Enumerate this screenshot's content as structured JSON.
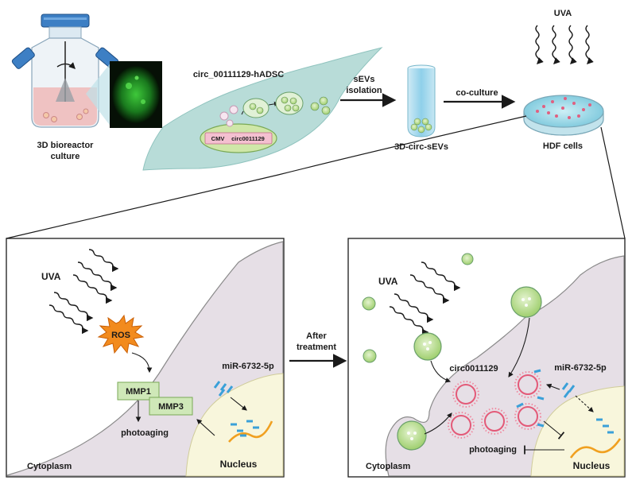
{
  "top": {
    "bioreactor_label_line1": "3D bioreactor",
    "bioreactor_label_line2": "culture",
    "cell_title": "circ_00111129-hADSC",
    "cmv_label": "CMV",
    "circ_label": "circ0011129",
    "isolation_line1": "sEVs",
    "isolation_line2": "isolation",
    "tube_label": "3D-circ-sEVs",
    "coculture_label": "co-culture",
    "uva_label": "UVA",
    "dish_label": "HDF cells"
  },
  "left_panel": {
    "uva_label": "UVA",
    "ros_label": "ROS",
    "mmp1_label": "MMP1",
    "mmp3_label": "MMP3",
    "photoaging_label": "photoaging",
    "mirna_label": "miR-6732-5p",
    "cytoplasm_label": "Cytoplasm",
    "nucleus_label": "Nucleus"
  },
  "middle": {
    "after_line1": "After",
    "after_line2": "treatment"
  },
  "right_panel": {
    "uva_label": "UVA",
    "circ_label": "circ0011129",
    "mirna_label": "miR-6732-5p",
    "photoaging_label": "photoaging",
    "cytoplasm_label": "Cytoplasm",
    "nucleus_label": "Nucleus"
  },
  "colors": {
    "cell_fill": "#b8dcd8",
    "cytoplasm_fill": "#e6dfe6",
    "nucleus_fill": "#f8f6dc",
    "vesicle_green": "#b7dc8a",
    "mmp_box": "#cfe8b8",
    "ros_orange": "#f28b1e",
    "circ_pink": "#e35a78",
    "mirna_blue": "#3aa0d8",
    "mrna_orange": "#f0a020"
  }
}
